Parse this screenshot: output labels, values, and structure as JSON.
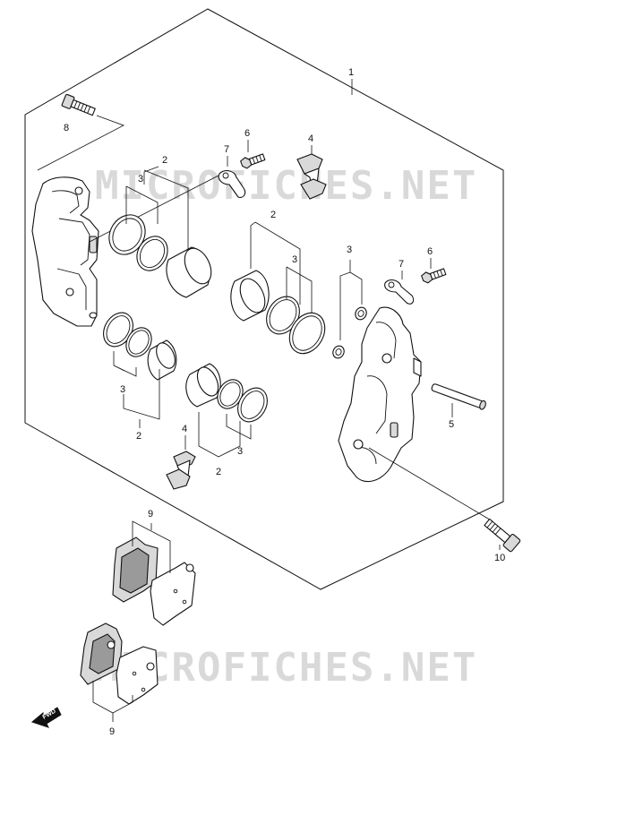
{
  "watermark": {
    "text_top": "MICROFICHES.NET",
    "text_bottom": "MICROFICHES.NET"
  },
  "callouts": {
    "assembly": "1",
    "seal_kit_a": "2",
    "seal_kit_b": "2",
    "seal_kit_c": "2",
    "seal_kit_d": "2",
    "seal_a": "3",
    "seal_b": "3",
    "seal_c": "3",
    "seal_d": "3",
    "seal_e": "3",
    "pad_spring_top": "4",
    "pad_spring_bottom": "4",
    "pin": "5",
    "bleeder_left": "6",
    "bleeder_right": "6",
    "cap_left": "7",
    "cap_right": "7",
    "bolt_top": "8",
    "pad_set_top": "9",
    "pad_set_bottom": "9",
    "mount_bolt": "10"
  },
  "fwd_arrow": {
    "label": "FWD"
  }
}
